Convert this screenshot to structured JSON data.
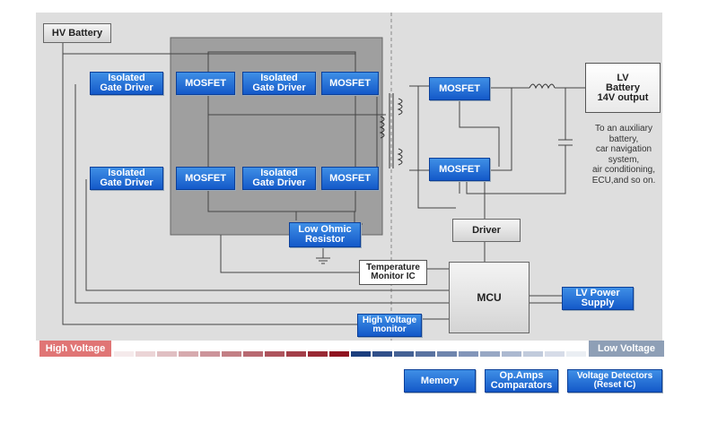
{
  "blocks": {
    "hv_battery": "HV Battery",
    "gate_driver_tl": "Isolated\nGate Driver",
    "mosfet_tl": "MOSFET",
    "gate_driver_tm": "Isolated\nGate Driver",
    "mosfet_tr": "MOSFET",
    "gate_driver_bl": "Isolated\nGate Driver",
    "mosfet_bl": "MOSFET",
    "gate_driver_bm": "Isolated\nGate Driver",
    "mosfet_br": "MOSFET",
    "low_ohmic_resistor": "Low Ohmic\nResistor",
    "mosfet_sec_top": "MOSFET",
    "mosfet_sec_bottom": "MOSFET",
    "lv_battery": "LV\nBattery\n14V output",
    "lv_note": "To an auxiliary\nbattery,\ncar navigation\nsystem,\nair conditioning,\nECU,and so on.",
    "driver": "Driver",
    "temperature_monitor": "Temperature\nMonitor IC",
    "mcu": "MCU",
    "lv_power_supply": "LV Power\nSupply",
    "hv_monitor": "High Voltage\nmonitor"
  },
  "band": {
    "high_voltage": "High Voltage",
    "low_voltage": "Low Voltage",
    "colors": {
      "high_start": "#e36a6a",
      "high_end": "#8f1420",
      "low_start": "#1c3f7e",
      "low_end": "#8e9fb6"
    }
  },
  "legend": {
    "memory": "Memory",
    "opamps": "Op.Amps\nComparators",
    "voltage_detectors": "Voltage Detectors\n(Reset IC)"
  }
}
